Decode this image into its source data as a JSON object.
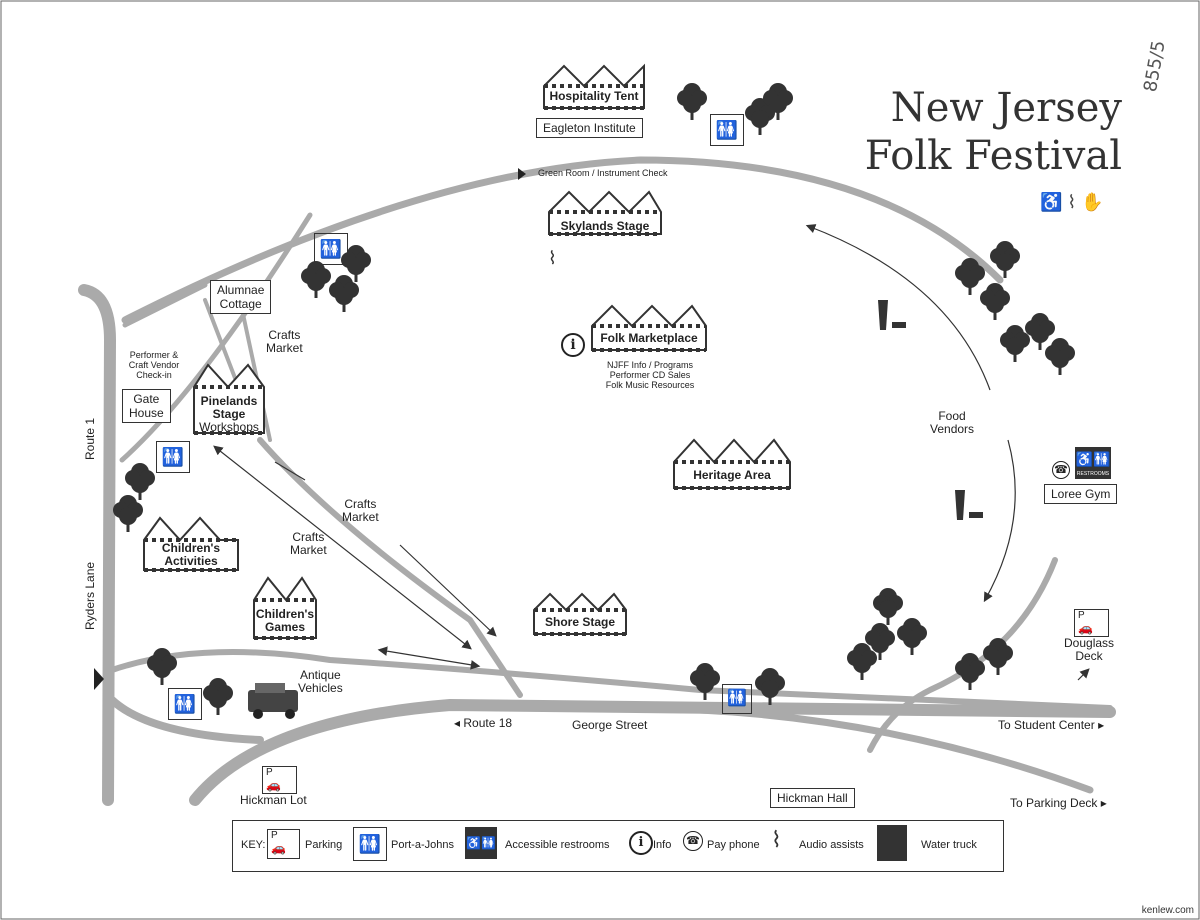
{
  "title": {
    "line1": "New Jersey",
    "line2": "Folk Festival"
  },
  "handwritten_note": "855/5",
  "tents": {
    "hospitality": "Hospitality Tent",
    "skylands": "Skylands Stage",
    "folk_marketplace": "Folk Marketplace",
    "pinelands_line1": "Pinelands",
    "pinelands_line2": "Stage",
    "pinelands_sub": "Workshops",
    "heritage": "Heritage Area",
    "childrens_activities_1": "Children's",
    "childrens_activities_2": "Activities",
    "childrens_games_1": "Children's",
    "childrens_games_2": "Games",
    "shore": "Shore Stage"
  },
  "buildings": {
    "eagleton": "Eagleton Institute",
    "alumnae_1": "Alumnae",
    "alumnae_2": "Cottage",
    "gate_1": "Gate",
    "gate_2": "House",
    "loree": "Loree Gym",
    "hickman_hall": "Hickman Hall"
  },
  "labels": {
    "green_room": "Green Room / Instrument Check",
    "crafts_market": "Crafts Market",
    "crafts_1": "Crafts",
    "market": "Market",
    "performer_checkin_1": "Performer &",
    "performer_checkin_2": "Craft Vendor",
    "performer_checkin_3": "Check-in",
    "marketplace_sub_1": "NJFF Info / Programs",
    "marketplace_sub_2": "Performer CD Sales",
    "marketplace_sub_3": "Folk Music Resources",
    "food_1": "Food",
    "food_2": "Vendors",
    "antique_1": "Antique",
    "antique_2": "Vehicles",
    "douglass_1": "Douglass",
    "douglass_2": "Deck",
    "hickman_lot": "Hickman Lot",
    "route1": "Route 1",
    "ryders_lane": "Ryders Lane",
    "route18": "Route 18",
    "george_street": "George Street",
    "to_student_center": "To Student Center",
    "to_parking_deck": "To Parking Deck",
    "restrooms_sign": "RESTROOMS"
  },
  "legend": {
    "key": "KEY:",
    "parking": "Parking",
    "port_a_johns": "Port-a-Johns",
    "accessible_restrooms": "Accessible restrooms",
    "info": "Info",
    "pay_phone": "Pay phone",
    "audio_assists": "Audio assists",
    "water_truck": "Water truck"
  },
  "footer": "kenlew.com",
  "colors": {
    "road": "#aaaaaa",
    "ink": "#222222",
    "tree": "#333333"
  }
}
